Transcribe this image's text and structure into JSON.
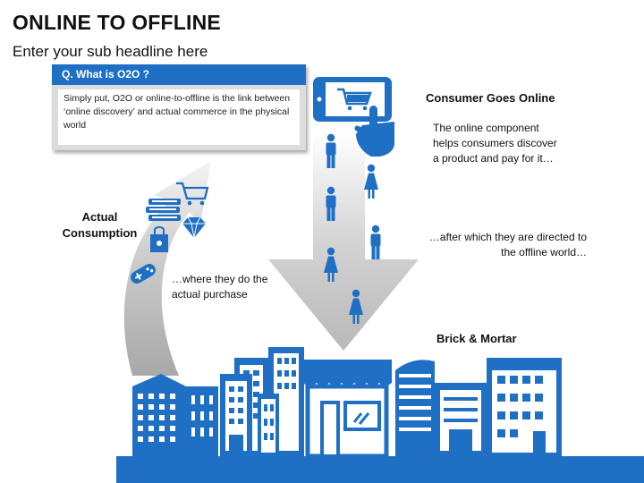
{
  "slide": {
    "title": "ONLINE TO OFFLINE",
    "subtitle": "Enter your sub headline here"
  },
  "question_box": {
    "heading": "Q. What is O2O ?",
    "body": "Simply put, O2O or online-to-offline is the link between ‘online discovery’ and actual commerce in the physical world"
  },
  "labels": {
    "consumer_goes_online": "Consumer Goes Online",
    "online_component": "The online component helps consumers discover a product and pay for it…",
    "directed_offline": "…after which they are directed to the offline world…",
    "brick_mortar": "Brick & Mortar",
    "actual_consumption": "Actual Consumption",
    "where_purchase": "…where they do the actual purchase"
  },
  "icons": {
    "phone": "smartphone-cart-icon",
    "hand": "pointing-hand-icon",
    "cart": "shopping-cart-icon",
    "books": "books-icon",
    "diamond": "diamond-icon",
    "bag": "shopping-bag-icon",
    "gamepad": "gamepad-icon",
    "people": "person-icon",
    "city": "city-buildings-icon",
    "store": "storefront-icon"
  },
  "colors": {
    "accent_blue": "#1f6fc5",
    "arrow_gray": "#c9c9c9",
    "box_gray": "#dcdcdc"
  }
}
